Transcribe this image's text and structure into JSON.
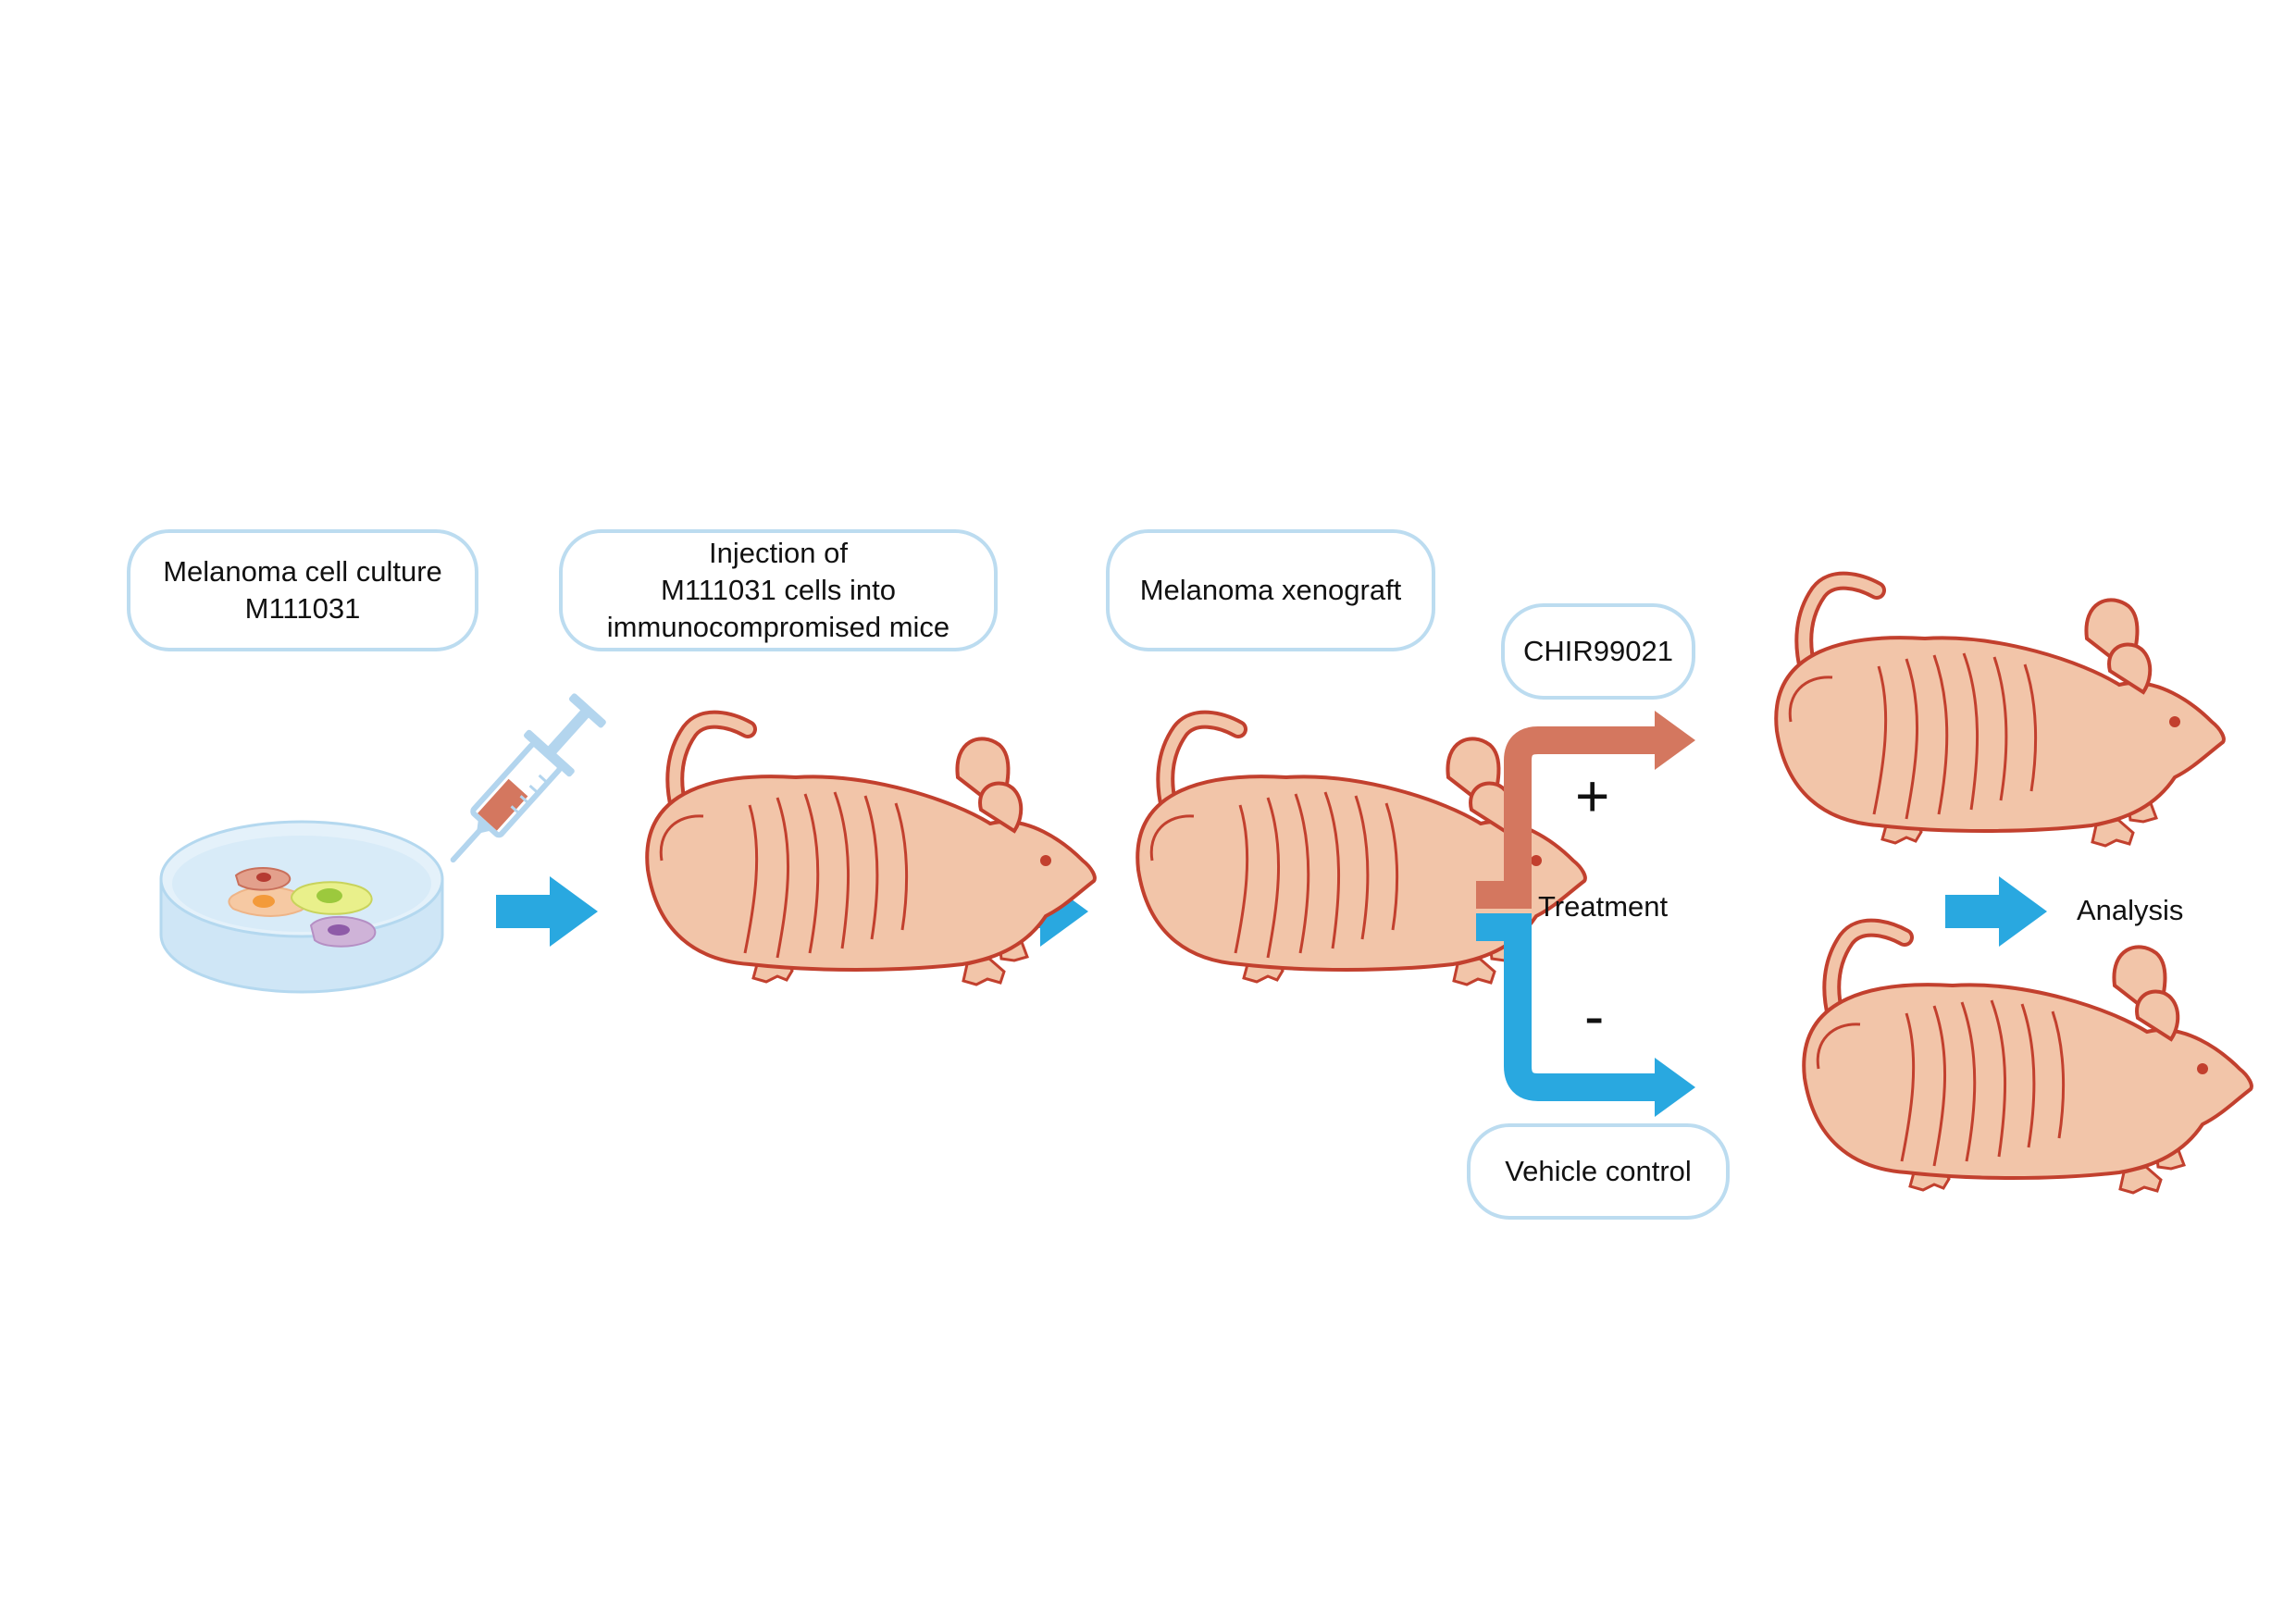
{
  "steps": {
    "culture": {
      "line1": "Melanoma cell culture",
      "line2": "M111031"
    },
    "injection": {
      "line1": "Injection of",
      "line2": "M111031 cells into",
      "line3": "immunocompromised mice"
    },
    "xenograft": {
      "line1": "Melanoma xenograft"
    },
    "drug": {
      "label": "CHIR99021"
    },
    "control": {
      "label": "Vehicle control"
    }
  },
  "branch": {
    "treatment_label": "Treatment",
    "plus_sign": "+",
    "minus_sign": "-"
  },
  "final": {
    "label": "Analysis"
  },
  "colors": {
    "box_border": "#bcdcf0",
    "arrow_blue": "#29a8e0",
    "arrow_red": "#d4775f",
    "mouse_fill": "#f2c5a9",
    "mouse_outline": "#c2402e"
  }
}
